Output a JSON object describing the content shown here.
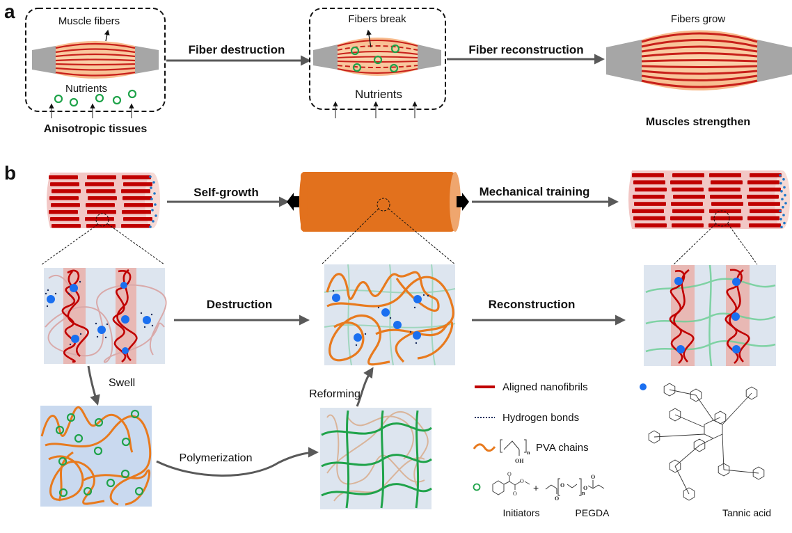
{
  "panel_a": {
    "label": "a",
    "stage1": {
      "top_label": "Muscle fibers",
      "nutrients_label": "Nutrients",
      "bottom_label": "Anisotropic tissues"
    },
    "arrow1_label": "Fiber destruction",
    "stage2": {
      "top_label": "Fibers break",
      "nutrients_label": "Nutrients"
    },
    "arrow2_label": "Fiber reconstruction",
    "stage3": {
      "top_label": "Fibers grow",
      "bottom_label": "Muscles strengthen"
    }
  },
  "panel_b": {
    "label": "b",
    "arrow_self_growth": "Self-growth",
    "arrow_mechanical_training": "Mechanical training",
    "arrow_destruction": "Destruction",
    "arrow_reconstruction": "Reconstruction",
    "arrow_swell": "Swell",
    "arrow_polymerization": "Polymerization",
    "arrow_reforming": "Reforming"
  },
  "legend": {
    "items": [
      {
        "label": "Aligned nanofibrils",
        "symbol": "red-line"
      },
      {
        "label": "Hydrogen bonds",
        "symbol": "dotted-line"
      },
      {
        "label": "PVA chains",
        "symbol": "orange-wave"
      }
    ],
    "pva_formula": {
      "subscript": "n",
      "group": "OH"
    },
    "initiators_label": "Initiators",
    "pegda_label": "PEGDA",
    "tannic_acid_label": "Tannic acid",
    "pegda_formula": {
      "subscript": "n"
    }
  },
  "colors": {
    "fiber_red": "#c00000",
    "muscle_bg": "#f9c9a0",
    "tendon_gray": "#a6a6a6",
    "nutrient_green": "#1fa34a",
    "hydrogel_orange": "#e2711d",
    "ta_blue": "#1a6ff0",
    "panel_bg": "#dce6f0",
    "arrow_gray": "#595959"
  }
}
